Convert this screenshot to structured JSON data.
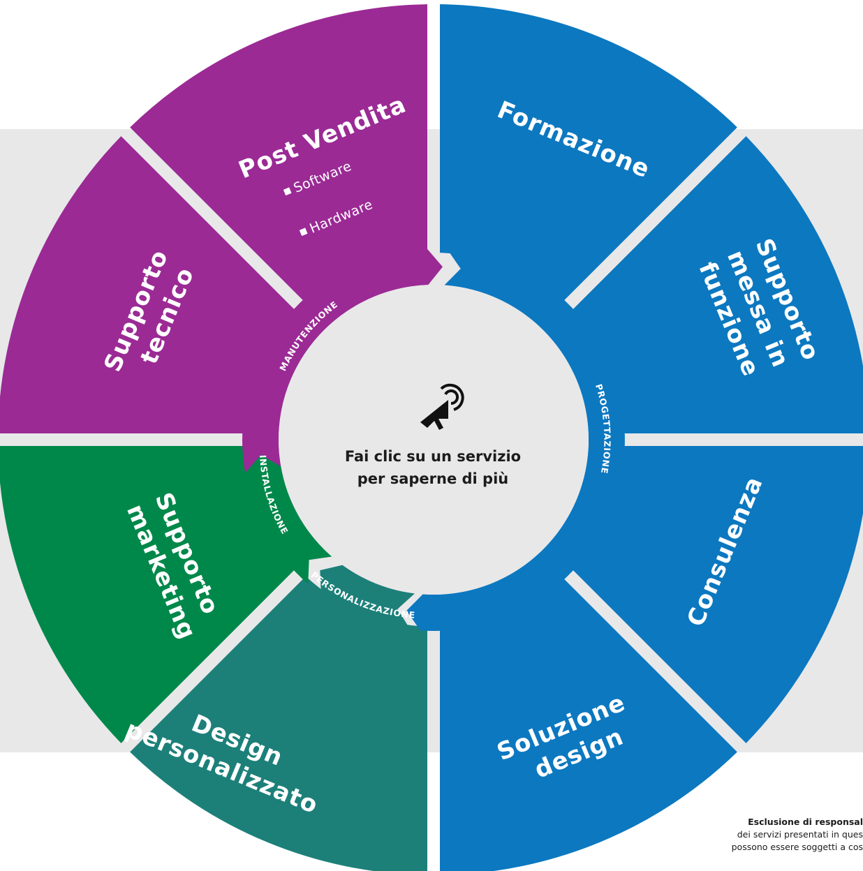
{
  "colors": {
    "purple": "#9b2a95",
    "blue": "#0c78c0",
    "green": "#00884a",
    "teal": "#1c8079",
    "band": "#e8e8e9",
    "hub": "#e8e8e9"
  },
  "segments": {
    "post_vendita": {
      "title": "Post Vendita",
      "items": [
        "Software",
        "Hardware"
      ]
    },
    "formazione": {
      "title": "Formazione"
    },
    "supporto_messa_in_funzione": {
      "lines": [
        "Supporto",
        "messa in",
        "funzione"
      ]
    },
    "consulenza": {
      "title": "Consulenza"
    },
    "soluzione_design": {
      "lines": [
        "Soluzione",
        "design"
      ]
    },
    "design_personalizzato": {
      "lines": [
        "Design",
        "personalizzato"
      ]
    },
    "supporto_marketing": {
      "lines": [
        "Supporto",
        "marketing"
      ]
    },
    "supporto_tecnico": {
      "lines": [
        "Supporto",
        "tecnico"
      ]
    }
  },
  "ring": {
    "manutenzione": "MANUTENZIONE",
    "progettazione": "PROGETTAZIONE",
    "personalizzazione": "PERSONALIZZAZIONE",
    "installazione": "INSTALLAZIONE"
  },
  "hub": {
    "icon": "tap-cursor-icon",
    "line1": "Fai clic su un servizio",
    "line2": "per saperne di più"
  },
  "disclaimer": {
    "title": "Esclusione di responsal",
    "line1": "dei servizi presentati in ques",
    "line2": "possono essere soggetti a cos"
  }
}
